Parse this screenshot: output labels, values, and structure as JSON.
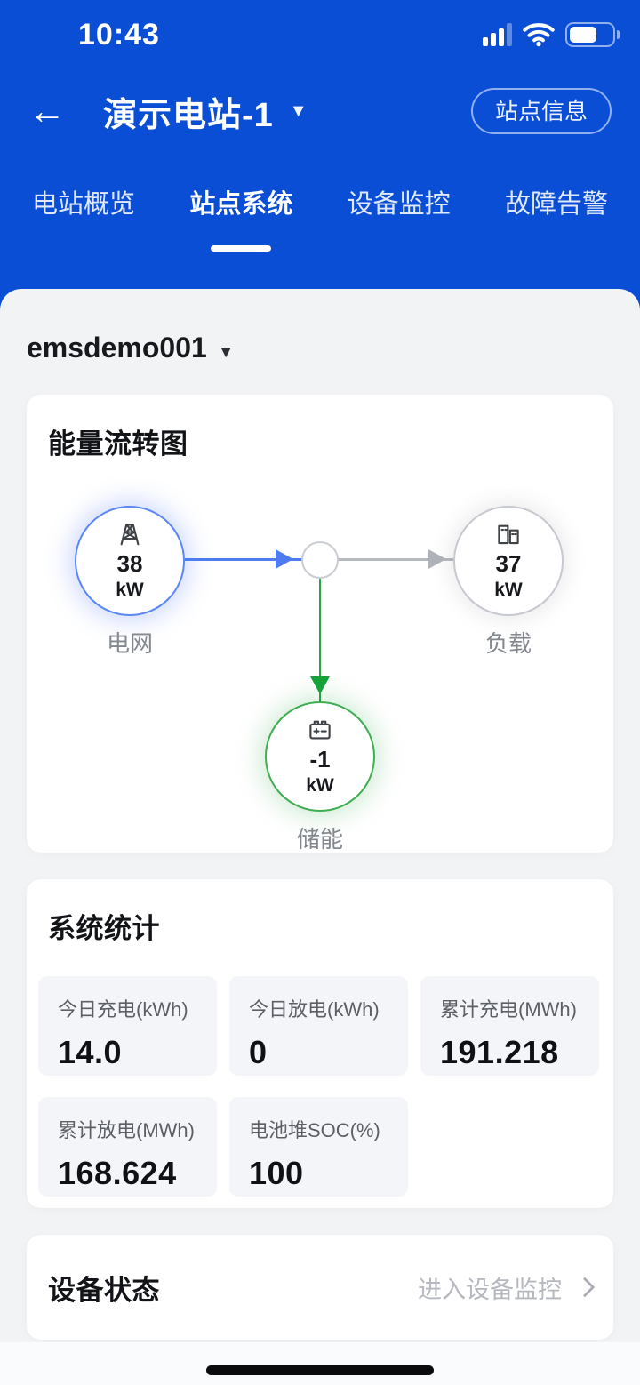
{
  "status_bar": {
    "time": "10:43"
  },
  "header": {
    "title": "演示电站-1",
    "info_button": "站点信息"
  },
  "tabs": [
    {
      "label": "电站概览",
      "active": false
    },
    {
      "label": "站点系统",
      "active": true
    },
    {
      "label": "设备监控",
      "active": false
    },
    {
      "label": "故障告警",
      "active": false
    }
  ],
  "icons": {
    "back": "←",
    "caret_down": "▼"
  },
  "site_selector": {
    "name": "emsdemo001"
  },
  "energy_flow": {
    "title": "能量流转图",
    "nodes": {
      "grid": {
        "label": "电网",
        "value": "38",
        "unit": "kW",
        "icon": "power-tower-icon",
        "color": "#5b87f5"
      },
      "load": {
        "label": "负载",
        "value": "37",
        "unit": "kW",
        "icon": "buildings-icon",
        "color": "#c6c9cf"
      },
      "storage": {
        "label": "储能",
        "value": "-1",
        "unit": "kW",
        "icon": "battery-icon",
        "color": "#3fae52"
      }
    },
    "flows": [
      {
        "from": "grid",
        "to": "junction",
        "color": "#4d7cf2",
        "direction": "right"
      },
      {
        "from": "junction",
        "to": "load",
        "color": "#b6b9bf",
        "direction": "right"
      },
      {
        "from": "junction",
        "to": "storage",
        "color": "#2aa344",
        "direction": "down"
      }
    ]
  },
  "system_stats": {
    "title": "系统统计",
    "stats": [
      {
        "label": "今日充电(kWh)",
        "value": "14.0"
      },
      {
        "label": "今日放电(kWh)",
        "value": "0"
      },
      {
        "label": "累计充电(MWh)",
        "value": "191.218"
      },
      {
        "label": "累计放电(MWh)",
        "value": "168.624"
      },
      {
        "label": "电池堆SOC(%)",
        "value": "100"
      }
    ]
  },
  "device_status": {
    "title": "设备状态",
    "link_label": "进入设备监控"
  },
  "colors": {
    "header_blue": "#0a4ed6",
    "sheet_bg": "#f2f3f5",
    "flow_blue": "#4d7cf2",
    "flow_green": "#2aa344",
    "flow_gray": "#b6b9bf"
  }
}
